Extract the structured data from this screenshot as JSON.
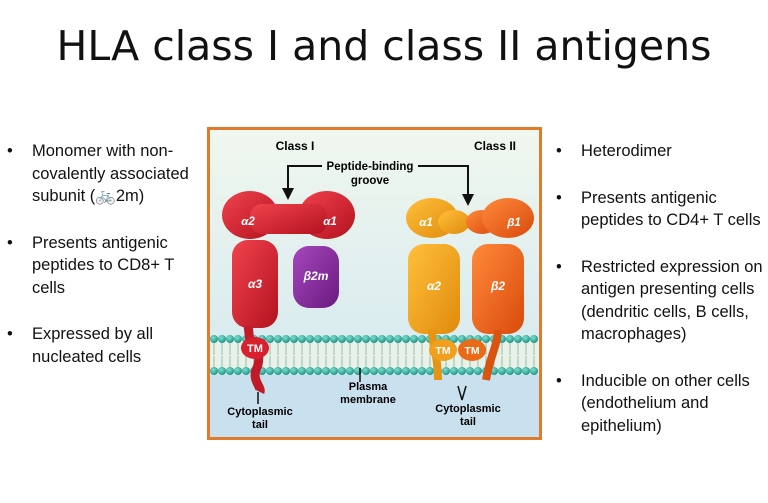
{
  "title": "HLA class I and class II antigens",
  "left_bullets": [
    "Monomer with non-covalently associated subunit (🚲2m)",
    "Presents antigenic peptides to CD8+ T cells",
    "Expressed by all nucleated cells"
  ],
  "right_bullets": [
    "Heterodimer",
    "Presents antigenic peptides to CD4+ T cells",
    "Restricted expression on antigen presenting cells (dendritic cells, B cells, macrophages)",
    "Inducible on other cells (endothelium and epithelium)"
  ],
  "figure": {
    "class1_label": "Class I",
    "class2_label": "Class II",
    "groove_label_line1": "Peptide-binding",
    "groove_label_line2": "groove",
    "c1_alpha2": "α2",
    "c1_alpha1": "α1",
    "c1_alpha3": "α3",
    "c1_b2m": "β2m",
    "c1_tm": "TM",
    "c2_alpha1": "α1",
    "c2_beta1": "β1",
    "c2_alpha2": "α2",
    "c2_beta2": "β2",
    "c2_tm_a": "TM",
    "c2_tm_b": "TM",
    "plasma_line1": "Plasma",
    "plasma_line2": "membrane",
    "cyto1_line1": "Cytoplasmic",
    "cyto1_line2": "tail",
    "cyto2_line1": "Cytoplasmic",
    "cyto2_line2": "tail"
  },
  "colors": {
    "frame": "#e07b2c",
    "class1": "#d8202e",
    "b2m": "#8a2aa0",
    "class2_alpha": "#f3a01e",
    "class2_beta": "#ea5a16",
    "membrane_heads": "#2bb3a3"
  }
}
